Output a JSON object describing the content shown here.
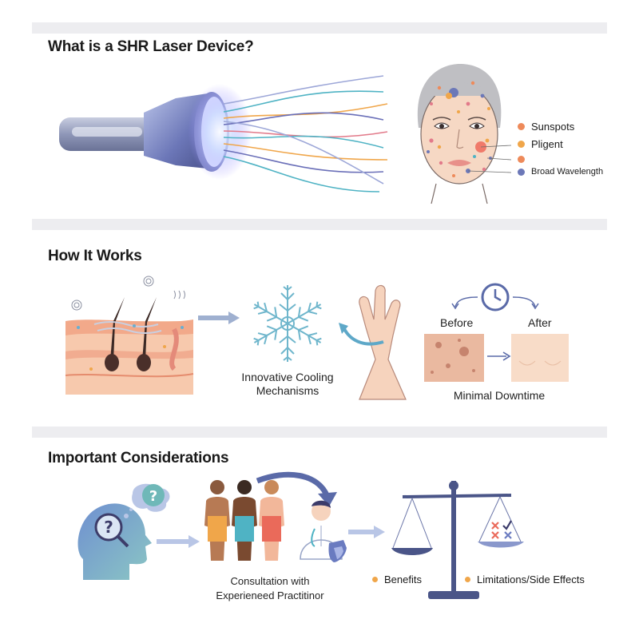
{
  "sections": [
    {
      "title": "What is a SHR Laser Device?"
    },
    {
      "title": "How It Works"
    },
    {
      "title": "Important Considerations"
    }
  ],
  "face_legend": [
    {
      "label": "Sunspots",
      "color": "#ee8a5a"
    },
    {
      "label": "Pligent",
      "color": "#f0a64a"
    },
    {
      "label": "",
      "color": "#ee8a5a"
    },
    {
      "label": "Broad Wavelength",
      "color": "#6c78b8"
    }
  ],
  "how_it_works": {
    "cooling_label": "Innovative Cooling Mechanisms",
    "before_label": "Before",
    "after_label": "After",
    "downtime_label": "Minimal Downtime"
  },
  "considerations": {
    "consultation_label": "Consultation with Experieneed Practitinor",
    "balance_legend": [
      {
        "label": "Benefits",
        "color": "#f0a64a"
      },
      {
        "label": "Limitations/Side Effects",
        "color": "#f0a64a"
      }
    ]
  },
  "colors": {
    "accent_purple": "#6a6fb8",
    "accent_teal": "#4fb3c4",
    "skin": "#f4c7a6",
    "arrow": "#9fb0d0"
  }
}
